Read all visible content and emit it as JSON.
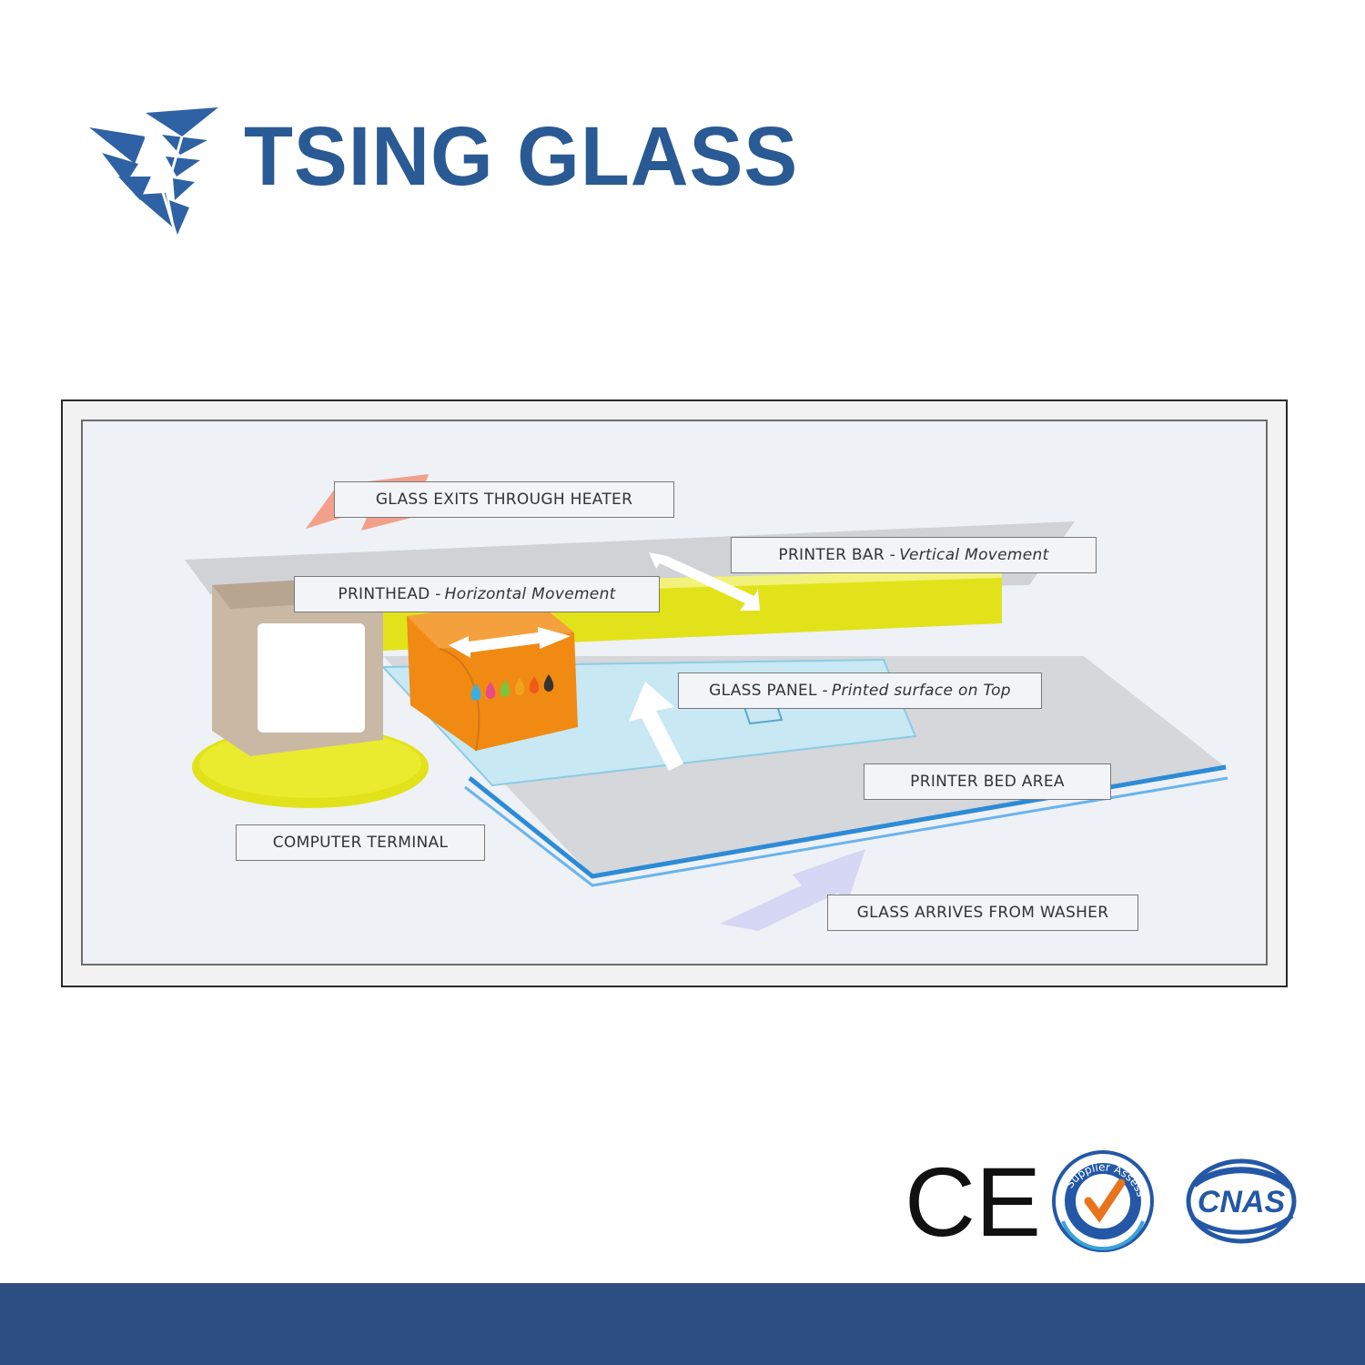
{
  "brand": {
    "name": "TSING GLASS",
    "logo_icon": "bird-logo-icon",
    "color": "#2a5a94"
  },
  "diagram": {
    "labels": {
      "glass_exits": "GLASS EXITS THROUGH HEATER",
      "printer_bar": {
        "name": "PRINTER BAR -",
        "detail": "Vertical Movement"
      },
      "printhead": {
        "name": "PRINTHEAD -",
        "detail": "Horizontal Movement"
      },
      "glass_panel": {
        "name": "GLASS PANEL -",
        "detail": "Printed surface on Top"
      },
      "printer_bed": "PRINTER BED AREA",
      "computer_terminal": "COMPUTER TERMINAL",
      "glass_arrives": "GLASS ARRIVES FROM WASHER"
    },
    "colors": {
      "printer_bar": "#e2e21a",
      "printhead": "#f08a12",
      "exit_arrow": "#f2a08c",
      "entry_arrow": "#d2d4f4",
      "glass_panel": "#c8e8f4",
      "bed_edge": "#2d8bd6",
      "terminal": "#c8b8a4"
    },
    "ink_drops": [
      "#36b0e8",
      "#e84a8c",
      "#7cc43a",
      "#f3a21c",
      "#ef5a1c",
      "#333333"
    ]
  },
  "certifications": {
    "ce": "CE",
    "supplier": "Supplier Assessment",
    "cnas": "CNAS"
  },
  "footer": {
    "color": "#2e4f84"
  }
}
